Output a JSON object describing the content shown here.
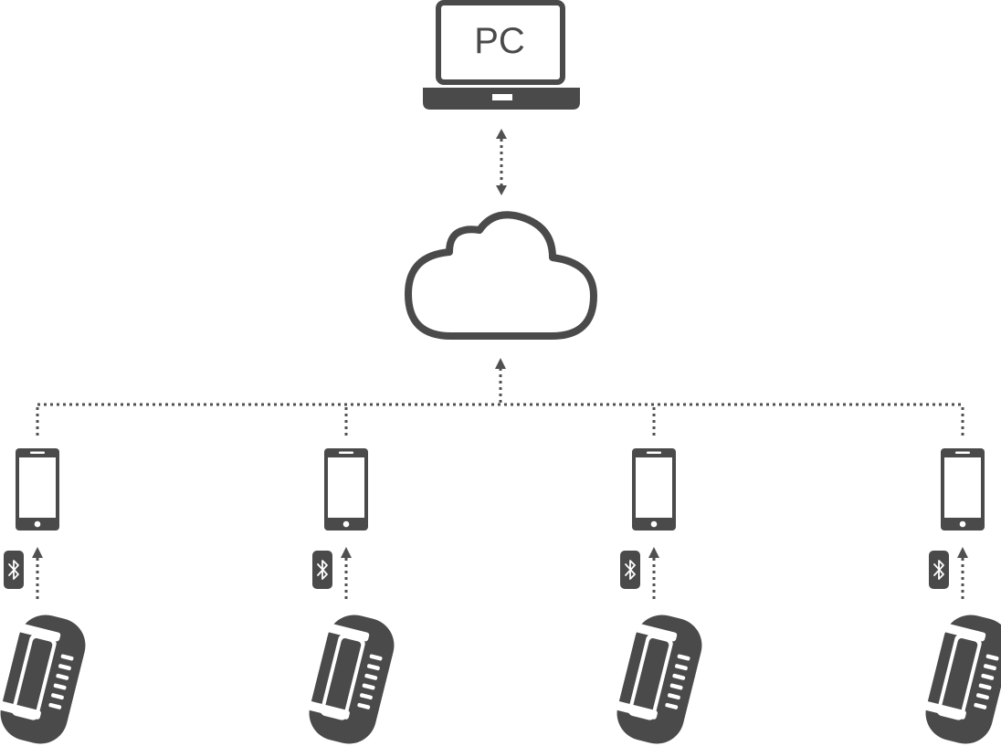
{
  "diagram": {
    "pc_label": "PC",
    "color_main": "#4a4a4a",
    "color_dots": "#505050",
    "nodes": [
      {
        "name": "laptop",
        "icon": "laptop-icon"
      },
      {
        "name": "cloud",
        "icon": "cloud-icon"
      },
      {
        "name": "smartphone",
        "icon": "smartphone-icon",
        "count": 4
      },
      {
        "name": "bluetooth",
        "icon": "bluetooth-icon",
        "count": 4
      },
      {
        "name": "fitness-band",
        "icon": "fitness-band-icon",
        "count": 4
      }
    ],
    "connections": [
      {
        "from": "laptop",
        "to": "cloud",
        "style": "dotted",
        "direction": "bidirectional"
      },
      {
        "from": "smartphone",
        "to": "cloud",
        "style": "dotted",
        "direction": "to-cloud"
      },
      {
        "from": "fitness-band",
        "to": "smartphone",
        "style": "dotted",
        "direction": "to-phone",
        "via": "bluetooth"
      }
    ]
  }
}
